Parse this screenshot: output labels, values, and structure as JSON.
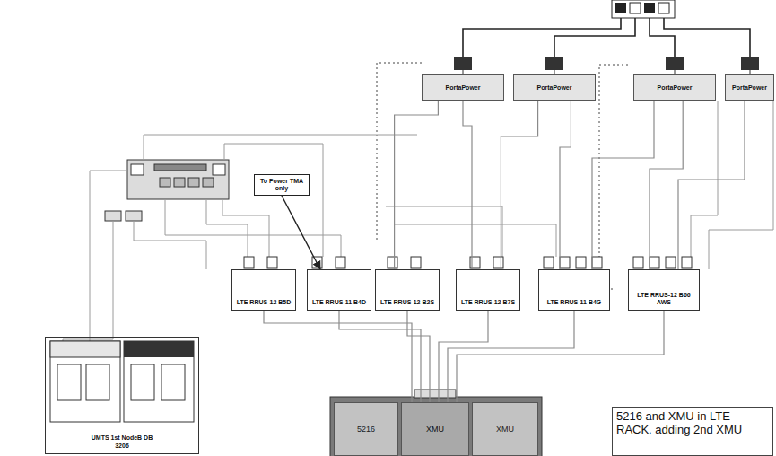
{
  "diagram": {
    "nodes": [
      {
        "text": [
          "PortaPower"
        ]
      },
      {
        "text": [
          "PortaPower"
        ]
      },
      {
        "text": [
          "PortaPower"
        ]
      },
      {
        "text": [
          "PortaPower"
        ]
      },
      {
        "text": [
          "To Power TMA only"
        ]
      },
      {
        "text": [
          "LTE RRUS-12 B5D"
        ]
      },
      {
        "text": [
          "LTE RRUS-11 B4D"
        ]
      },
      {
        "text": [
          "LTE RRUS-12 B2S"
        ]
      },
      {
        "text": [
          "LTE RRUS-12 B7S"
        ]
      },
      {
        "text": [
          "LTE RRUS-11 B4G"
        ]
      },
      {
        "text": [
          "LTE RRUS-12 B66 AWS"
        ]
      },
      {
        "text": [
          "5216"
        ]
      },
      {
        "text": [
          "XMU"
        ]
      },
      {
        "text": [
          "XMU"
        ]
      },
      {
        "text": [
          "UMTS 1st NodeB DB 3206"
        ]
      },
      {
        "text": [
          "5216 and XMU in LTE RACK. adding 2nd XMU"
        ]
      }
    ],
    "edges": [
      {
        "from": 4,
        "to": 6,
        "arrow": "to"
      },
      {
        "from": 5,
        "to": 12,
        "arrow": "none"
      },
      {
        "from": 6,
        "to": 12,
        "arrow": "none"
      },
      {
        "from": 7,
        "to": 12,
        "arrow": "none"
      },
      {
        "from": 8,
        "to": 12,
        "arrow": "none"
      },
      {
        "from": 9,
        "to": 12,
        "arrow": "none"
      },
      {
        "from": 10,
        "to": 12,
        "arrow": "none"
      },
      {
        "from": 0,
        "to": 7,
        "arrow": "none"
      },
      {
        "from": 0,
        "to": 8,
        "arrow": "none"
      },
      {
        "from": 1,
        "to": 8,
        "arrow": "none"
      },
      {
        "from": 1,
        "to": 9,
        "arrow": "none"
      },
      {
        "from": 2,
        "to": 9,
        "arrow": "none"
      },
      {
        "from": 2,
        "to": 10,
        "arrow": "none"
      },
      {
        "from": 3,
        "to": 10,
        "arrow": "none"
      }
    ]
  }
}
